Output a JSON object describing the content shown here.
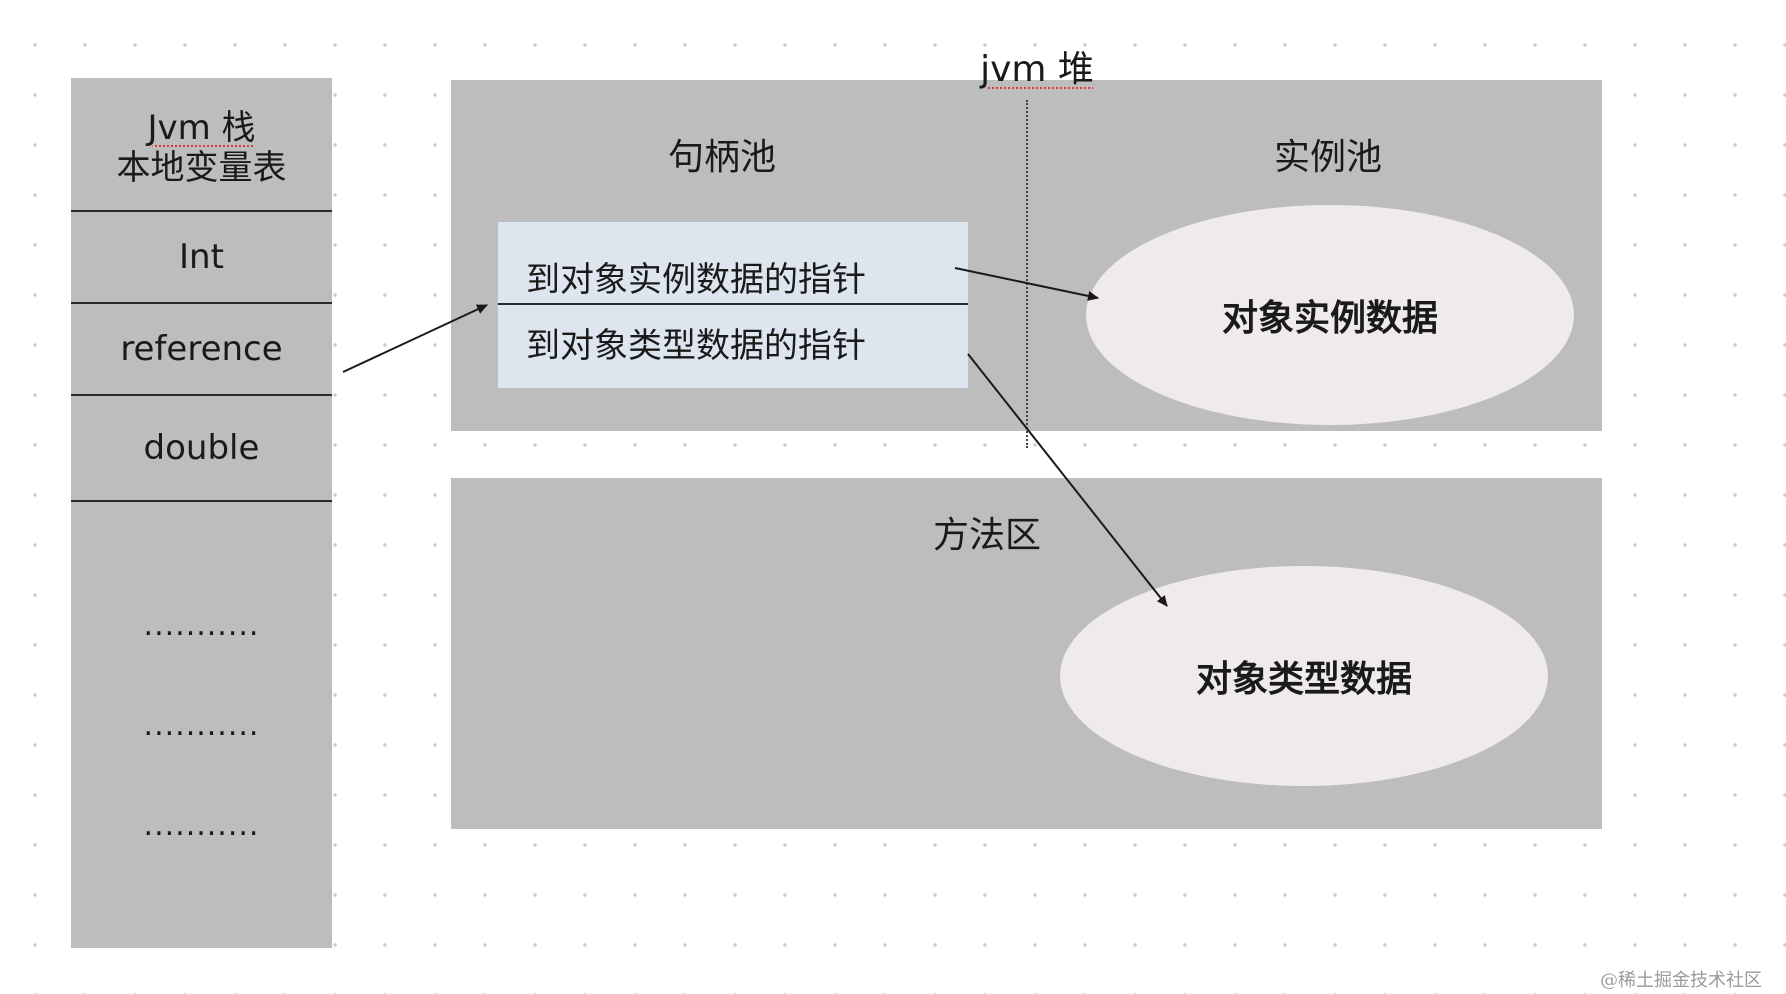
{
  "stack": {
    "title_line1": "Jvm 栈",
    "title_line2": "本地变量表",
    "cells": [
      "Int",
      "reference",
      "double"
    ],
    "ellipsis": [
      "...........",
      "...........",
      "..........."
    ]
  },
  "heap": {
    "title": "jvm 堆",
    "handle_pool": {
      "title": "句柄池",
      "pointer_instance": "到对象实例数据的指针",
      "pointer_type": "到对象类型数据的指针"
    },
    "instance_pool": {
      "title": "实例池",
      "instance_data": "对象实例数据"
    }
  },
  "method_area": {
    "title": "方法区",
    "type_data": "对象类型数据"
  },
  "watermark": "@稀土掘金技术社区",
  "colors": {
    "region_fill": "#bdbdbd",
    "pointer_box_fill": "#dde6ef",
    "ellipse_fill": "#efeaec",
    "line": "#1a1a1a"
  }
}
